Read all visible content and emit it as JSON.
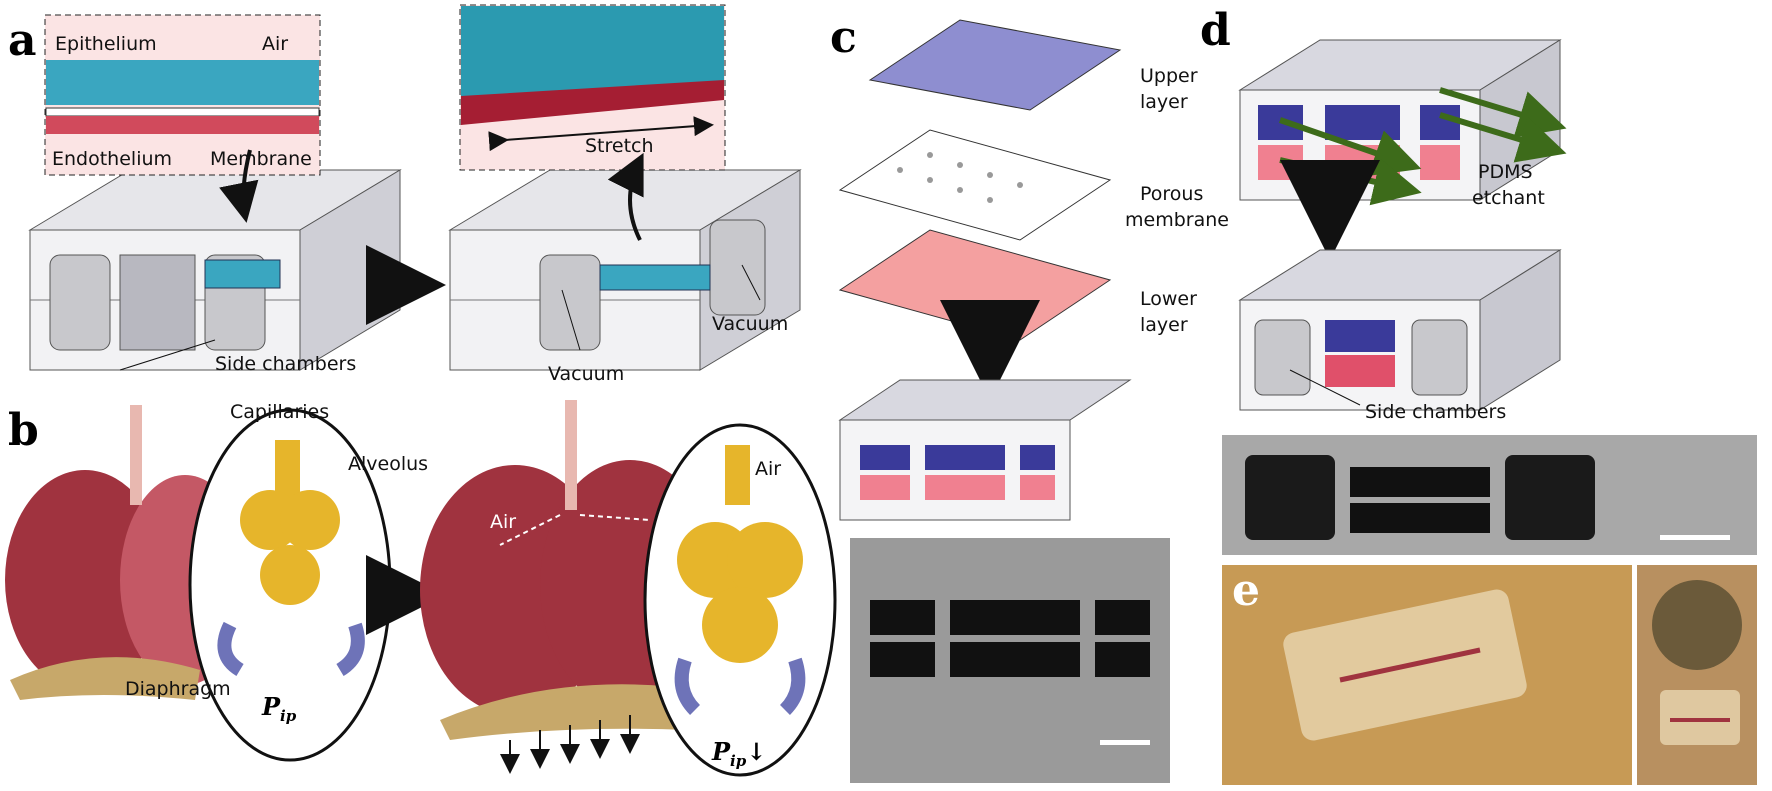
{
  "panels": {
    "a": {
      "letter": "a",
      "labels": {
        "epithelium": "Epithelium",
        "air": "Air",
        "endothelium": "Endothelium",
        "membrane": "Membrane",
        "stretch": "Stretch",
        "side_chambers": "Side chambers",
        "vacuum_left": "Vacuum",
        "vacuum_right": "Vacuum"
      }
    },
    "b": {
      "letter": "b",
      "labels": {
        "capillaries": "Capillaries",
        "alveolus": "Alveolus",
        "diaphragm": "Diaphragm",
        "p_ip": "P",
        "p_ip_sub": "ip",
        "air_left": "Air",
        "air_inset": "Air",
        "p_ip_2": "P",
        "p_ip_2_sub": "ip",
        "decrease_arrow": "↓"
      }
    },
    "c": {
      "letter": "c",
      "labels": {
        "upper_1": "Upper",
        "upper_2": "layer",
        "porous_1": "Porous",
        "porous_2": "membrane",
        "lower_1": "Lower",
        "lower_2": "layer"
      }
    },
    "d": {
      "letter": "d",
      "labels": {
        "pdms": "PDMS",
        "etchant": "etchant",
        "side_chambers": "Side chambers"
      }
    },
    "e": {
      "letter": "e"
    }
  },
  "colors": {
    "upper_channel": "#7f7fc4",
    "lower_channel": "#f4a0a0",
    "lung": "#a0333f",
    "alveolus": "#e6b52b",
    "cells": "#3aa6c0",
    "etch_arrow": "#3d6b1a",
    "pressure": "#6e73b8"
  }
}
